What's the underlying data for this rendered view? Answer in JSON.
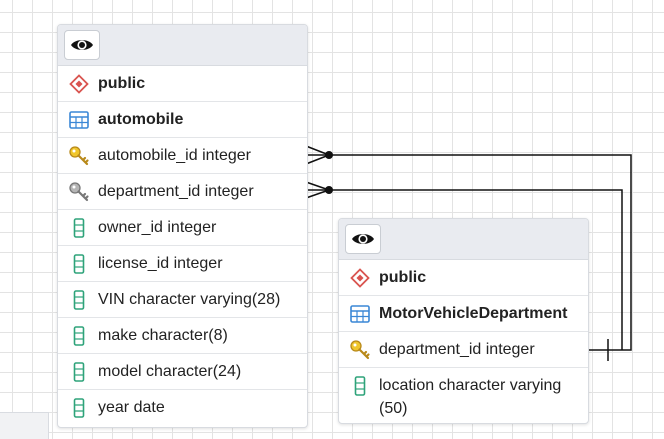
{
  "nodes": {
    "automobile": {
      "schema": "public",
      "table": "automobile",
      "columns": [
        {
          "label": "automobile_id integer",
          "icon": "primary-key-icon"
        },
        {
          "label": "department_id integer",
          "icon": "foreign-key-icon"
        },
        {
          "label": "owner_id integer",
          "icon": "column-icon"
        },
        {
          "label": "license_id integer",
          "icon": "column-icon"
        },
        {
          "label": "VIN character varying(28)",
          "icon": "column-icon"
        },
        {
          "label": "make character(8)",
          "icon": "column-icon"
        },
        {
          "label": "model character(24)",
          "icon": "column-icon"
        },
        {
          "label": "year date",
          "icon": "column-icon"
        }
      ]
    },
    "motorVehicleDepartment": {
      "schema": "public",
      "table": "MotorVehicleDepartment",
      "columns": [
        {
          "label": "department_id integer",
          "icon": "primary-key-icon"
        },
        {
          "label": "location character varying (50)",
          "icon": "column-icon"
        }
      ]
    }
  },
  "relationship": {
    "from": "automobile.department_id",
    "to": "MotorVehicleDepartment.department_id",
    "cardinality": "many-to-one"
  },
  "colors": {
    "schema_icon": "#d9534f",
    "table_icon": "#3a87d6",
    "primary_key": "#e2b21a",
    "foreign_key": "#8a8a8a",
    "column_icon": "#2ea37a",
    "link": "#111111"
  }
}
